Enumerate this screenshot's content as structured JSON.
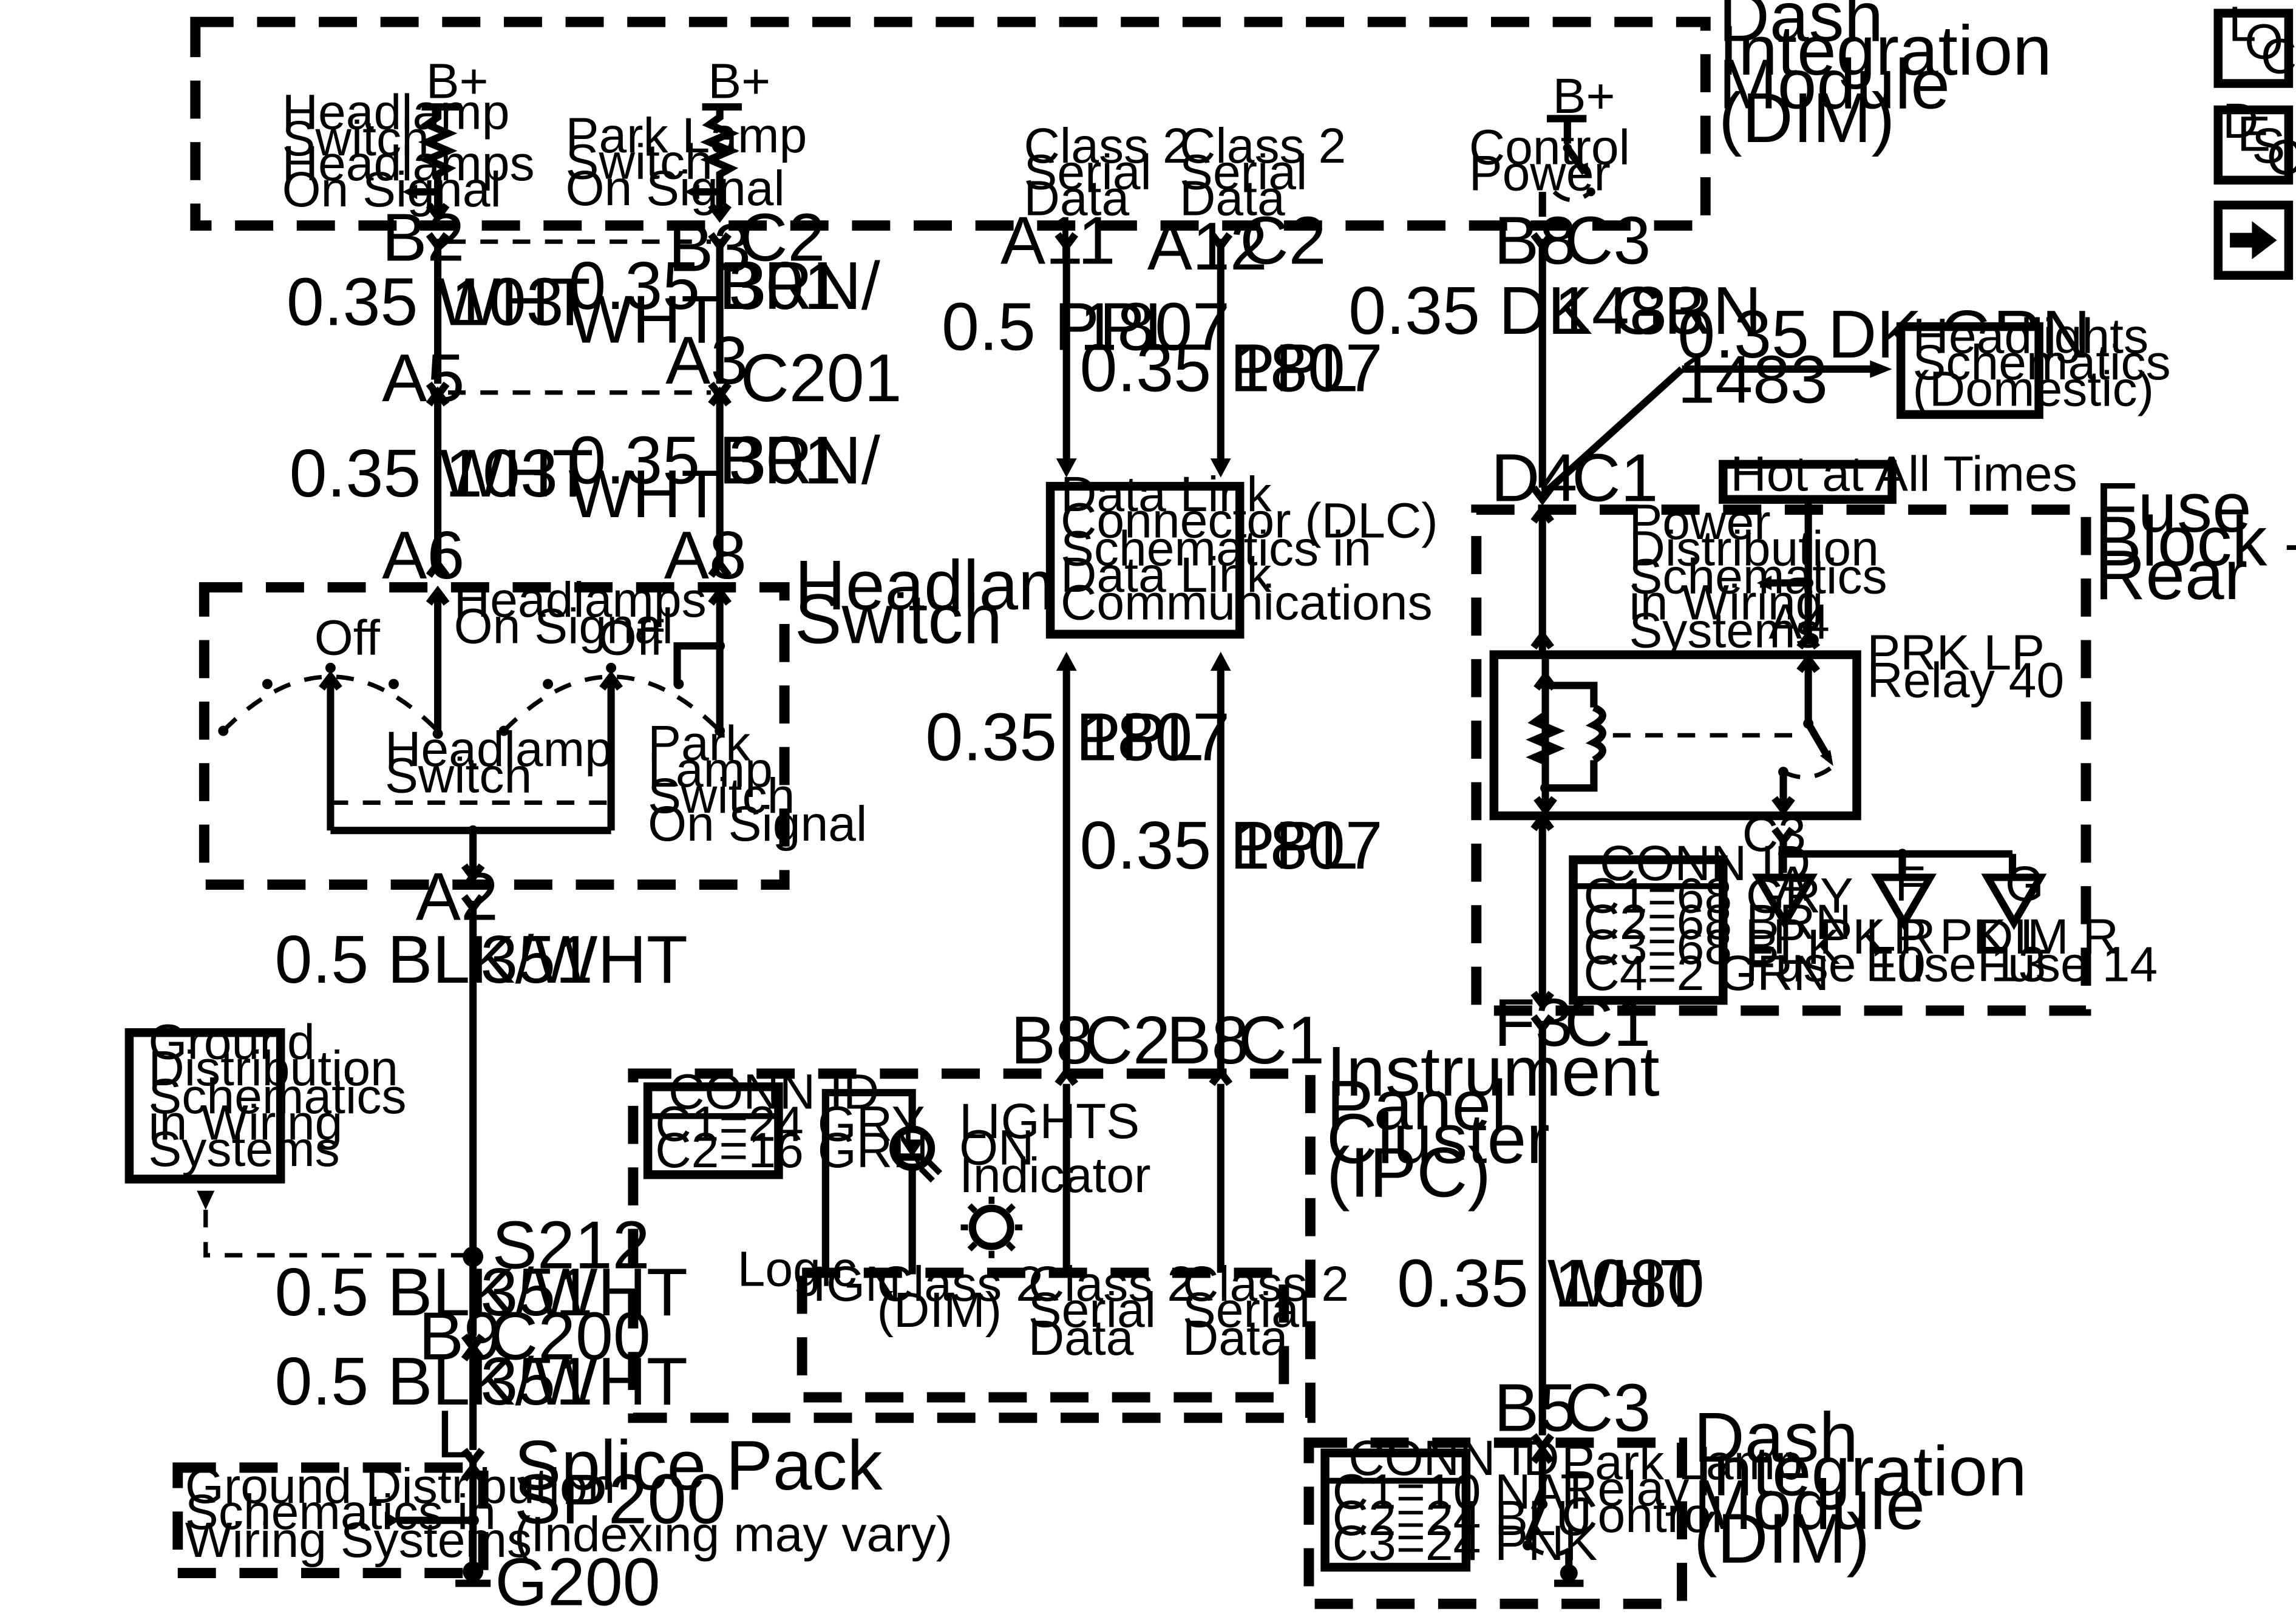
{
  "side_buttons": [
    {
      "letters": [
        "L",
        "O",
        "C"
      ]
    },
    {
      "letters": [
        "D",
        "E",
        "S",
        "C"
      ]
    },
    {
      "icon": "right-arrow-icon"
    }
  ],
  "dim_top": {
    "title": [
      "Dash",
      "Integration",
      "Module",
      "(DIM)"
    ],
    "bplus": "B+",
    "headlamp_signal": [
      "Headlamp",
      "Switch",
      "Headlamps",
      "On Signal"
    ],
    "park_signal": [
      "Park Lamp",
      "Switch",
      "On Signal"
    ],
    "serial_a": [
      "Class 2",
      "Serial",
      "Data"
    ],
    "serial_b": [
      "Class 2",
      "Serial",
      "Data"
    ],
    "control_power": [
      "Control",
      "Power"
    ]
  },
  "pins": {
    "b2": "B2",
    "b3": "B3",
    "c2_top": "C2",
    "a11": "A11",
    "a12": "A12",
    "c2_ser": "C2",
    "b8_dim": "B8",
    "c3_dim": "C3",
    "a5": "A5",
    "a3": "A3",
    "c201": "C201",
    "a6": "A6",
    "a8": "A8",
    "a2": "A2",
    "d4": "D4",
    "c1_fb": "C1",
    "a4": "A4",
    "c3_fb": "C3",
    "f3": "F3",
    "c1_f3": "C1",
    "b8_ipc1": "B8",
    "c2_ipc": "C2",
    "b8_ipc2": "B8",
    "c1_ipc": "C1",
    "s212": "S212",
    "b9": "B9",
    "c200": "C200",
    "l": "L",
    "b5": "B5",
    "c3_dim2": "C3",
    "g200": "G200"
  },
  "wires": {
    "w103_a": {
      "gauge": "0.35 WHT",
      "circuit": "103"
    },
    "w301_a": {
      "gauge": [
        "0.35 BRN/",
        "WHT"
      ],
      "circuit": "301"
    },
    "w103_b": {
      "gauge": "0.35 WHT",
      "circuit": "103"
    },
    "w301_b": {
      "gauge": [
        "0.35 BRN/",
        "WHT"
      ],
      "circuit": "301"
    },
    "w1807_a": {
      "gauge": "0.5 PPL",
      "circuit": "1807"
    },
    "w1807_b": {
      "gauge": "0.35 PPL",
      "circuit": "1807"
    },
    "w1807_c": {
      "gauge": "0.35 PPL",
      "circuit": "1807"
    },
    "w1807_d": {
      "gauge": "0.35 PPL",
      "circuit": "1807"
    },
    "w1483_a": {
      "gauge": "0.35 DK GRN",
      "circuit": "1483"
    },
    "w1483_b": {
      "gauge": "0.35 DK GRN",
      "circuit": "1483"
    },
    "w351_a": {
      "gauge": "0.5 BLK/WHT",
      "circuit": "351"
    },
    "w351_b": {
      "gauge": "0.5 BLK/WHT",
      "circuit": "351"
    },
    "w351_c": {
      "gauge": "0.5 BLK/WHT",
      "circuit": "351"
    },
    "w1080": {
      "gauge": "0.35 WHT",
      "circuit": "1080"
    }
  },
  "headlights_ref": [
    "Headlights",
    "Schematics",
    "(Domestic)"
  ],
  "dlc": [
    "Data Link",
    "Connector (DLC)",
    "Schematics in",
    "Data Link",
    "Communications"
  ],
  "headlamp_switch": {
    "title": [
      "Headlamp",
      "Switch"
    ],
    "off": "Off",
    "headlamps_on_signal": [
      "Headlamps",
      "On Signal"
    ],
    "switch_label": [
      "Headlamp",
      "Switch"
    ],
    "park_signal": [
      "Park",
      "Lamp",
      "Switch",
      "On Signal"
    ]
  },
  "fuse_block": {
    "hot": "Hot at All Times",
    "title": [
      "Fuse",
      "Block –",
      "Rear"
    ],
    "power_dist": [
      "Power",
      "Distribution",
      "Schematics",
      "in Wiring",
      "Systems"
    ],
    "relay": [
      "PRK LP",
      "Relay 40"
    ],
    "conn_id": {
      "title": "CONN ID",
      "rows": [
        "C1=68 GRY",
        "C2=68 BRN",
        "C3=68 BLK",
        "C4=2 GRN"
      ]
    },
    "fuses": [
      {
        "letter": "A",
        "label": [
          "LP PK R",
          "Fuse 10"
        ]
      },
      {
        "letter": "F",
        "label": [
          "LP PK L",
          "Fuse 13"
        ]
      },
      {
        "letter": "G",
        "label": [
          "DIM R",
          "Fuse 14"
        ]
      }
    ]
  },
  "ground_ref": [
    "Ground",
    "Distribution",
    "Schematics",
    "in Wiring",
    "Systems"
  ],
  "ipc": {
    "title": [
      "Instrument",
      "Panel",
      "Cluster",
      "(IPC)"
    ],
    "conn_id": {
      "title": "CONN ID",
      "rows": [
        "C1=24 GRY",
        "C2=16 GRN"
      ]
    },
    "indicator": [
      "LIGHTS",
      "ON",
      "Indicator"
    ],
    "logic": "Logic",
    "ign": "IGN",
    "class2_dim": [
      "Class 2",
      "(DIM)"
    ],
    "serial_a": [
      "Class 2",
      "Serial",
      "Data"
    ],
    "serial_b": [
      "Class 2",
      "Serial",
      "Data"
    ]
  },
  "splice": {
    "ground_ref": [
      "Ground Distribution",
      "Schematics in",
      "Wiring Systems"
    ],
    "title": [
      "Splice Pack",
      "SP200"
    ],
    "note": "(Indexing may vary)"
  },
  "dim_bottom": {
    "title": [
      "Dash",
      "Integration",
      "Module",
      "(DIM)"
    ],
    "conn_id": {
      "title": "CONN ID",
      "rows": [
        "C1=10 NAT",
        "C2=24 BLU",
        "C3=24 PNK"
      ]
    },
    "relay_control": [
      "Park Lamp",
      "Relay",
      "Control"
    ]
  }
}
